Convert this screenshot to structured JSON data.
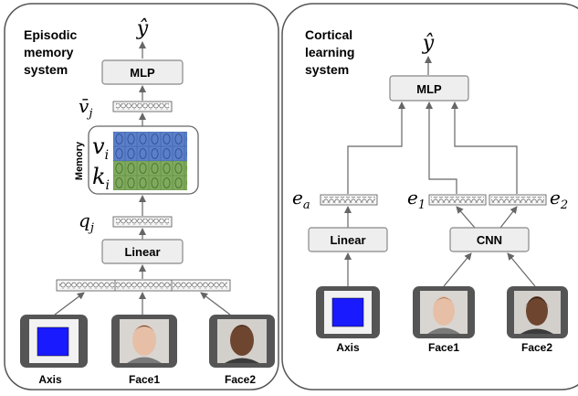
{
  "episodic": {
    "title_lines": [
      "Episodic",
      "memory",
      "system"
    ],
    "output": "ŷ",
    "mlp": "MLP",
    "vbar": "v̄",
    "vbar_sub": "j",
    "memory_label": "Memory",
    "v_label": "v",
    "v_sub": "i",
    "k_label": "k",
    "k_sub": "i",
    "q_label": "q",
    "q_sub": "j",
    "linear": "Linear",
    "inputs": [
      "Axis",
      "Face1",
      "Face2"
    ]
  },
  "cortical": {
    "title_lines": [
      "Cortical",
      "learning",
      "system"
    ],
    "output": "ŷ",
    "mlp": "MLP",
    "ea": "e",
    "ea_sub": "a",
    "e1": "e",
    "e1_sub": "1",
    "e2": "e",
    "e2_sub": "2",
    "linear": "Linear",
    "cnn": "CNN",
    "inputs": [
      "Axis",
      "Face1",
      "Face2"
    ]
  },
  "colors": {
    "value_memory": "#5b7fc9",
    "key_memory": "#7faa5e",
    "axis_square": "#1a1aff",
    "icon_frame": "#555555"
  }
}
